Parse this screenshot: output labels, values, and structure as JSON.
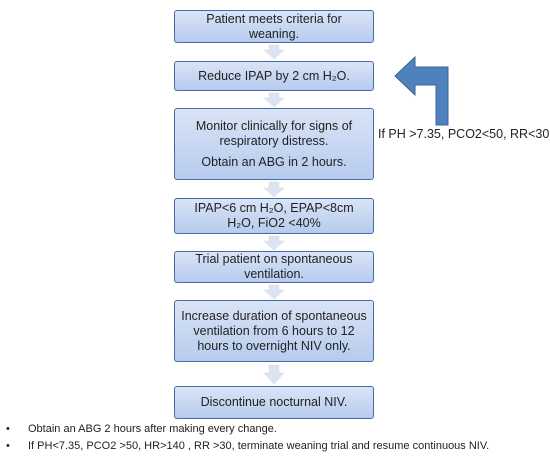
{
  "steps": [
    {
      "lines": [
        "Patient meets criteria for weaning."
      ]
    },
    {
      "lines": [
        "Reduce IPAP by 2  cm H₂O."
      ]
    },
    {
      "lines": [
        "Monitor clinically for signs of respiratory distress.",
        "Obtain an ABG in 2 hours."
      ]
    },
    {
      "lines": [
        "IPAP<6 cm H₂O, EPAP<8cm H₂O, FiO2 <40%"
      ]
    },
    {
      "lines": [
        "Trial patient on spontaneous ventilation."
      ]
    },
    {
      "lines": [
        "Increase duration of spontaneous ventilation from 6 hours to 12 hours to overnight NIV only."
      ]
    },
    {
      "lines": [
        "Discontinue nocturnal NIV."
      ]
    }
  ],
  "loop_label": "If PH >7.35, PCO2<50, RR<30",
  "notes": [
    "Obtain an ABG 2 hours after making every change.",
    "If PH<7.35, PCO2 >50, HR>140 , RR >30, terminate weaning trial and resume continuous  NIV."
  ],
  "colors": {
    "box_fill": "#c7d6f2",
    "box_border": "#4b6aa5",
    "arrow_fill": "#dde4f1",
    "loop_arrow_fill": "#4f81bd"
  }
}
